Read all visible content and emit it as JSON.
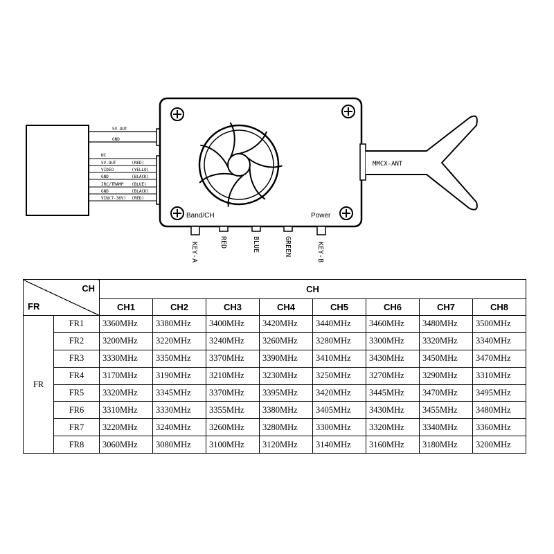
{
  "device": {
    "wire_labels_top": [
      "5V-OUT",
      "GND"
    ],
    "wire_labels_main": [
      {
        "name": "NC",
        "color": ""
      },
      {
        "name": "5V-OUT",
        "color": "(RED)"
      },
      {
        "name": "VIDEO",
        "color": "(YELLO)"
      },
      {
        "name": "GND",
        "color": "(BLACK)"
      },
      {
        "name": "IRC/TRAMP",
        "color": "(BLUE)"
      },
      {
        "name": "GND",
        "color": "(BLACK)"
      },
      {
        "name": "VIN(7-36V)",
        "color": "(RED)"
      }
    ],
    "band_ch_label": "Band/CH",
    "power_label": "Power",
    "antenna_label": "MMCX-ANT",
    "keys": [
      "KEY-A",
      "RED",
      "BLUE",
      "GREEN",
      "KEY-B"
    ]
  },
  "table": {
    "corner_ch": "CH",
    "corner_fr": "FR",
    "ch_group": "CH",
    "fr_group": "FR",
    "columns": [
      "CH1",
      "CH2",
      "CH3",
      "CH4",
      "CH5",
      "CH6",
      "CH7",
      "CH8"
    ],
    "rows": [
      {
        "label": "FR1",
        "values": [
          "3360MHz",
          "3380MHz",
          "3400MHz",
          "3420MHz",
          "3440MHz",
          "3460MHz",
          "3480MHz",
          "3500MHz"
        ]
      },
      {
        "label": "FR2",
        "values": [
          "3200MHz",
          "3220MHz",
          "3240MHz",
          "3260MHz",
          "3280MHz",
          "3300MHz",
          "3320MHz",
          "3340MHz"
        ]
      },
      {
        "label": "FR3",
        "values": [
          "3330MHz",
          "3350MHz",
          "3370MHz",
          "3390MHz",
          "3410MHz",
          "3430MHz",
          "3450MHz",
          "3470MHz"
        ]
      },
      {
        "label": "FR4",
        "values": [
          "3170MHz",
          "3190MHz",
          "3210MHz",
          "3230MHz",
          "3250MHz",
          "3270MHz",
          "3290MHz",
          "3310MHz"
        ]
      },
      {
        "label": "FR5",
        "values": [
          "3320MHz",
          "3345MHz",
          "3370MHz",
          "3395MHz",
          "3420MHz",
          "3445MHz",
          "3470MHz",
          "3495MHz"
        ]
      },
      {
        "label": "FR6",
        "values": [
          "3310MHz",
          "3330MHz",
          "3355MHz",
          "3380MHz",
          "3405MHz",
          "3430MHz",
          "3455MHz",
          "3480MHz"
        ]
      },
      {
        "label": "FR7",
        "values": [
          "3220MHz",
          "3240MHz",
          "3260MHz",
          "3280MHz",
          "3300MHz",
          "3320MHz",
          "3340MHz",
          "3360MHz"
        ]
      },
      {
        "label": "FR8",
        "values": [
          "3060MHz",
          "3080MHz",
          "3100MHz",
          "3120MHz",
          "3140MHz",
          "3160MHz",
          "3180MHz",
          "3200MHz"
        ]
      }
    ]
  }
}
